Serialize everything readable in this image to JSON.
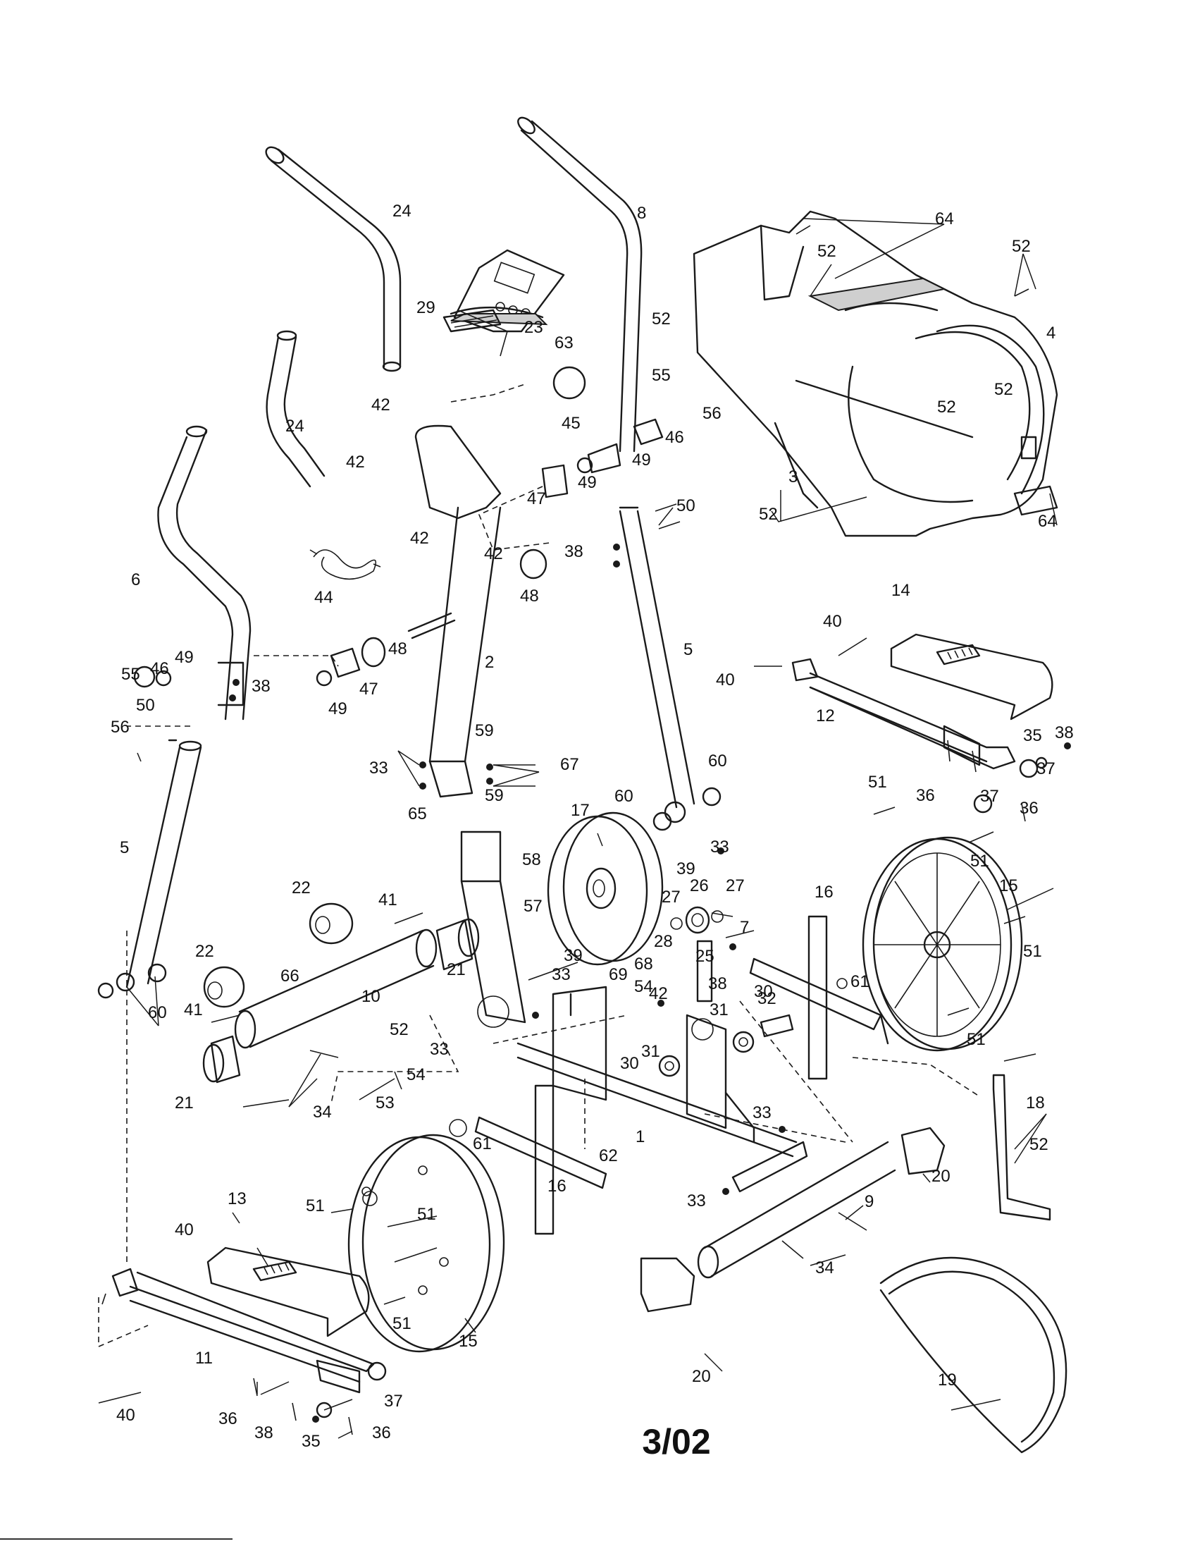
{
  "page_code": "3/02",
  "callouts": [
    {
      "id": "c1",
      "text": "24"
    },
    {
      "id": "c2",
      "text": "8"
    },
    {
      "id": "c3",
      "text": "64"
    },
    {
      "id": "c4",
      "text": "52"
    },
    {
      "id": "c5",
      "text": "52"
    },
    {
      "id": "c6",
      "text": "29"
    },
    {
      "id": "c7",
      "text": "23"
    },
    {
      "id": "c8",
      "text": "63"
    },
    {
      "id": "c9",
      "text": "52"
    },
    {
      "id": "c10",
      "text": "4"
    },
    {
      "id": "c11",
      "text": "24"
    },
    {
      "id": "c12",
      "text": "42"
    },
    {
      "id": "c13",
      "text": "42"
    },
    {
      "id": "c14",
      "text": "45"
    },
    {
      "id": "c15",
      "text": "55"
    },
    {
      "id": "c16",
      "text": "56"
    },
    {
      "id": "c17",
      "text": "46"
    },
    {
      "id": "c18",
      "text": "49"
    },
    {
      "id": "c19",
      "text": "49"
    },
    {
      "id": "c20",
      "text": "47"
    },
    {
      "id": "c21",
      "text": "52"
    },
    {
      "id": "c22",
      "text": "52"
    },
    {
      "id": "c23",
      "text": "3"
    },
    {
      "id": "c24",
      "text": "42"
    },
    {
      "id": "c25",
      "text": "50"
    },
    {
      "id": "c26",
      "text": "52"
    },
    {
      "id": "c27",
      "text": "64"
    },
    {
      "id": "c28",
      "text": "42"
    },
    {
      "id": "c29",
      "text": "38"
    },
    {
      "id": "c30",
      "text": "48"
    },
    {
      "id": "c31",
      "text": "44"
    },
    {
      "id": "c32",
      "text": "6"
    },
    {
      "id": "c33",
      "text": "14"
    },
    {
      "id": "c34",
      "text": "40"
    },
    {
      "id": "c35",
      "text": "5"
    },
    {
      "id": "c36",
      "text": "2"
    },
    {
      "id": "c37",
      "text": "40"
    },
    {
      "id": "c38",
      "text": "55"
    },
    {
      "id": "c39",
      "text": "46"
    },
    {
      "id": "c40",
      "text": "49"
    },
    {
      "id": "c41",
      "text": "38"
    },
    {
      "id": "c42",
      "text": "48"
    },
    {
      "id": "c43",
      "text": "49"
    },
    {
      "id": "c44",
      "text": "47"
    },
    {
      "id": "c45",
      "text": "50"
    },
    {
      "id": "c46",
      "text": "56"
    },
    {
      "id": "c47",
      "text": "12"
    },
    {
      "id": "c48",
      "text": "35"
    },
    {
      "id": "c49",
      "text": "38"
    },
    {
      "id": "c50",
      "text": "59"
    },
    {
      "id": "c51",
      "text": "60"
    },
    {
      "id": "c52",
      "text": "37"
    },
    {
      "id": "c53",
      "text": "33"
    },
    {
      "id": "c54",
      "text": "67"
    },
    {
      "id": "c55",
      "text": "51"
    },
    {
      "id": "c56",
      "text": "36"
    },
    {
      "id": "c57",
      "text": "37"
    },
    {
      "id": "c58",
      "text": "59"
    },
    {
      "id": "c59",
      "text": "60"
    },
    {
      "id": "c60",
      "text": "36"
    },
    {
      "id": "c61",
      "text": "65"
    },
    {
      "id": "c62",
      "text": "17"
    },
    {
      "id": "c63",
      "text": "33"
    },
    {
      "id": "c64",
      "text": "5"
    },
    {
      "id": "c65",
      "text": "58"
    },
    {
      "id": "c66",
      "text": "39"
    },
    {
      "id": "c67",
      "text": "51"
    },
    {
      "id": "c68",
      "text": "22"
    },
    {
      "id": "c69",
      "text": "41"
    },
    {
      "id": "c70",
      "text": "26"
    },
    {
      "id": "c71",
      "text": "27"
    },
    {
      "id": "c72",
      "text": "27"
    },
    {
      "id": "c73",
      "text": "15"
    },
    {
      "id": "c74",
      "text": "57"
    },
    {
      "id": "c75",
      "text": "16"
    },
    {
      "id": "c76",
      "text": "7"
    },
    {
      "id": "c77",
      "text": "21"
    },
    {
      "id": "c78",
      "text": "39"
    },
    {
      "id": "c79",
      "text": "28"
    },
    {
      "id": "c80",
      "text": "22"
    },
    {
      "id": "c81",
      "text": "66"
    },
    {
      "id": "c82",
      "text": "25"
    },
    {
      "id": "c83",
      "text": "68"
    },
    {
      "id": "c84",
      "text": "51"
    },
    {
      "id": "c85",
      "text": "33"
    },
    {
      "id": "c86",
      "text": "38"
    },
    {
      "id": "c87",
      "text": "61"
    },
    {
      "id": "c88",
      "text": "54"
    },
    {
      "id": "c89",
      "text": "60"
    },
    {
      "id": "c90",
      "text": "69"
    },
    {
      "id": "c91",
      "text": "42"
    },
    {
      "id": "c92",
      "text": "30"
    },
    {
      "id": "c93",
      "text": "10"
    },
    {
      "id": "c94",
      "text": "32"
    },
    {
      "id": "c95",
      "text": "41"
    },
    {
      "id": "c96",
      "text": "31"
    },
    {
      "id": "c97",
      "text": "52"
    },
    {
      "id": "c98",
      "text": "51"
    },
    {
      "id": "c99",
      "text": "33"
    },
    {
      "id": "c100",
      "text": "31"
    },
    {
      "id": "c101",
      "text": "30"
    },
    {
      "id": "c102",
      "text": "54"
    },
    {
      "id": "c103",
      "text": "21"
    },
    {
      "id": "c104",
      "text": "53"
    },
    {
      "id": "c105",
      "text": "34"
    },
    {
      "id": "c106",
      "text": "18"
    },
    {
      "id": "c107",
      "text": "33"
    },
    {
      "id": "c108",
      "text": "1"
    },
    {
      "id": "c109",
      "text": "61"
    },
    {
      "id": "c110",
      "text": "62"
    },
    {
      "id": "c111",
      "text": "52"
    },
    {
      "id": "c112",
      "text": "20"
    },
    {
      "id": "c113",
      "text": "16"
    },
    {
      "id": "c114",
      "text": "33"
    },
    {
      "id": "c115",
      "text": "9"
    },
    {
      "id": "c116",
      "text": "51"
    },
    {
      "id": "c117",
      "text": "51"
    },
    {
      "id": "c118",
      "text": "40"
    },
    {
      "id": "c119",
      "text": "13"
    },
    {
      "id": "c120",
      "text": "34"
    },
    {
      "id": "c121",
      "text": "51"
    },
    {
      "id": "c122",
      "text": "15"
    },
    {
      "id": "c123",
      "text": "20"
    },
    {
      "id": "c124",
      "text": "19"
    },
    {
      "id": "c125",
      "text": "11"
    },
    {
      "id": "c126",
      "text": "37"
    },
    {
      "id": "c127",
      "text": "40"
    },
    {
      "id": "c128",
      "text": "36"
    },
    {
      "id": "c129",
      "text": "38"
    },
    {
      "id": "c130",
      "text": "35"
    },
    {
      "id": "c131",
      "text": "36"
    }
  ]
}
